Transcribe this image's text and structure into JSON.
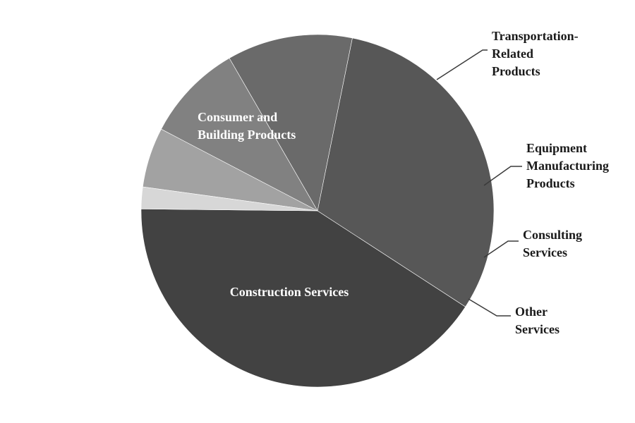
{
  "chart_data": {
    "type": "pie",
    "slices": [
      {
        "name": "Construction Services",
        "value": 41.0,
        "color": "#424242",
        "label_lines": [
          "Construction Services"
        ]
      },
      {
        "name": "Consumer and Building Products",
        "value": 31.0,
        "color": "#575757",
        "label_lines": [
          "Consumer and",
          "Building Products"
        ]
      },
      {
        "name": "Transportation-Related Products",
        "value": 11.5,
        "color": "#6a6a6a",
        "label_lines": [
          "Transportation-",
          "Related",
          "Products"
        ]
      },
      {
        "name": "Equipment Manufacturing Products",
        "value": 9.0,
        "color": "#818181",
        "label_lines": [
          "Equipment",
          "Manufacturing",
          "Products"
        ]
      },
      {
        "name": "Consulting Services",
        "value": 5.5,
        "color": "#a2a2a2",
        "label_lines": [
          "Consulting",
          "Services"
        ]
      },
      {
        "name": "Other Services",
        "value": 2.0,
        "color": "#d7d7d7",
        "label_lines": [
          "Other",
          "Services"
        ]
      }
    ]
  }
}
